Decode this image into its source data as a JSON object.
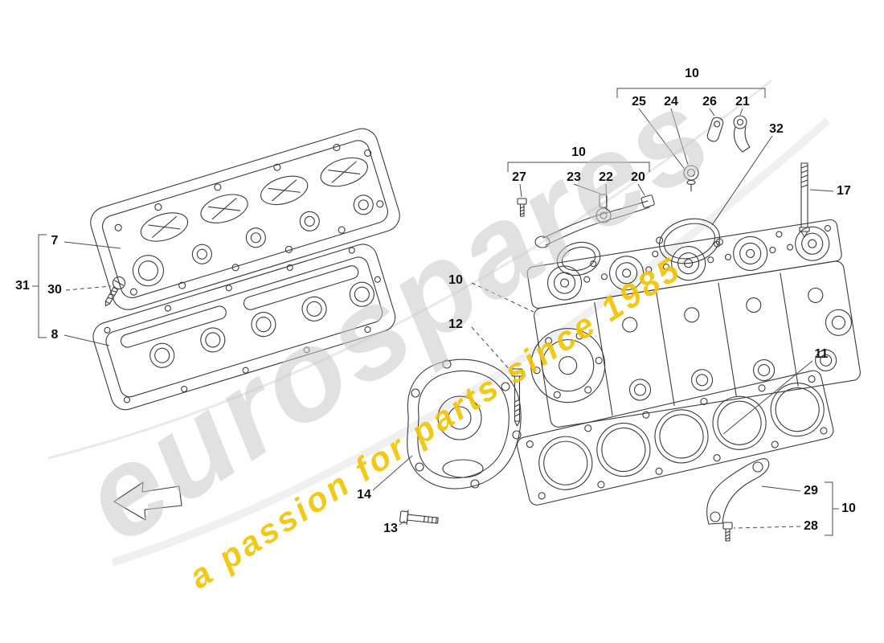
{
  "diagram": {
    "line_color": "#3a3a3a",
    "background_color": "#ffffff"
  },
  "watermark": {
    "brand": "eurospares",
    "tagline": "a passion for parts since 1985",
    "brand_color": "#c9c9c9",
    "tagline_color": "#f0c400"
  },
  "callouts": [
    {
      "label": "7"
    },
    {
      "label": "31"
    },
    {
      "label": "30"
    },
    {
      "label": "8"
    },
    {
      "label": "10"
    },
    {
      "label": "25"
    },
    {
      "label": "24"
    },
    {
      "label": "26"
    },
    {
      "label": "21"
    },
    {
      "label": "32"
    },
    {
      "label": "10"
    },
    {
      "label": "27"
    },
    {
      "label": "23"
    },
    {
      "label": "22"
    },
    {
      "label": "20"
    },
    {
      "label": "17"
    },
    {
      "label": "10"
    },
    {
      "label": "12"
    },
    {
      "label": "11"
    },
    {
      "label": "14"
    },
    {
      "label": "13"
    },
    {
      "label": "29"
    },
    {
      "label": "28"
    },
    {
      "label": "10"
    }
  ]
}
